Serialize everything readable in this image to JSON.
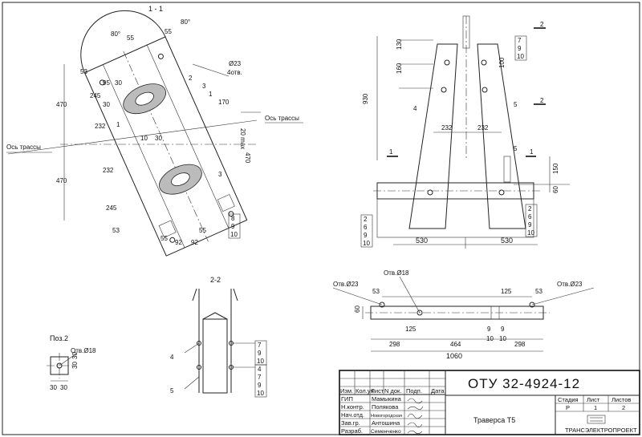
{
  "section_11": {
    "title": "1 - 1",
    "angle_left": "80°",
    "angle_right": "80°",
    "dims_top": [
      "55",
      "55"
    ],
    "hole_note_1": "Ø23",
    "hole_note_2": "4отв.",
    "left_dims": [
      "53",
      "245",
      "95",
      "30",
      "232",
      "232",
      "245",
      "53"
    ],
    "left_small": [
      "30"
    ],
    "total_top": "470",
    "total_bottom": "470",
    "pos_labels": [
      "1",
      "2",
      "3",
      "1",
      "3"
    ],
    "right_labels": [
      "170",
      "20 max",
      "470"
    ],
    "mid_dims": [
      "10",
      "30"
    ],
    "bottom_dims": [
      "55",
      "92",
      "92",
      "55"
    ],
    "callout": [
      "8",
      "9",
      "10"
    ],
    "route_left": "Ось трассы",
    "route_right": "Ось трассы"
  },
  "front_view": {
    "section_mark": "2",
    "dims_left": [
      "130",
      "160",
      "930"
    ],
    "dims_mid": [
      "232",
      "232"
    ],
    "callout_top": [
      "7",
      "9",
      "10"
    ],
    "dim_right_top": "100",
    "pos_4": "4",
    "pos_5a": "5",
    "pos_5b": "5",
    "cut_1": "1",
    "dims_right": [
      "150",
      "60"
    ],
    "callout_left": [
      "2",
      "6",
      "9",
      "10"
    ],
    "callout_right": [
      "2",
      "6",
      "9",
      "10"
    ],
    "dims_bottom": [
      "530",
      "530"
    ]
  },
  "section_22": {
    "title": "2-2",
    "pos_4": "4",
    "pos_5": "5",
    "callout_a": [
      "7",
      "9",
      "10"
    ],
    "callout_b": [
      "4",
      "7",
      "9",
      "10"
    ]
  },
  "pos2": {
    "title": "Поз.2",
    "hole": "Отв.Ø18",
    "dims_v": "30",
    "dims_v2": "30",
    "dims_h": "30",
    "dims_h2": "30"
  },
  "beam": {
    "hole_left": "Отв.Ø23",
    "hole_mid": "Отв.Ø18",
    "hole_right": "Отв.Ø23",
    "dims_top": [
      "53",
      "125",
      "53"
    ],
    "height": "60",
    "dims_mid": [
      "125"
    ],
    "dims_bottom": [
      "298",
      "464",
      "298"
    ],
    "total": "1060",
    "callout": [
      "9",
      "10",
      "9",
      "10"
    ]
  },
  "title_block": {
    "doc_code": "ОТУ 32-4924-12",
    "header_cols": [
      "Изм.",
      "Кол.уч",
      "Лист",
      "N док.",
      "Подп.",
      "Дата"
    ],
    "roles": [
      "ГИП",
      "Н.контр.",
      "Нач.отд.",
      "Зав.гр.",
      "Разраб."
    ],
    "names": [
      "Мамыкина",
      "Полякова",
      "Новогородская",
      "Антошина",
      "Семенченко"
    ],
    "drawing_name": "Траверса Т5",
    "stage_header": "Стадия",
    "sheet_header": "Лист",
    "sheets_header": "Листов",
    "stage": "Р",
    "sheet": "1",
    "sheets": "2",
    "company": "ТРАНСЭЛЕКТРОПРОЕКТ"
  }
}
